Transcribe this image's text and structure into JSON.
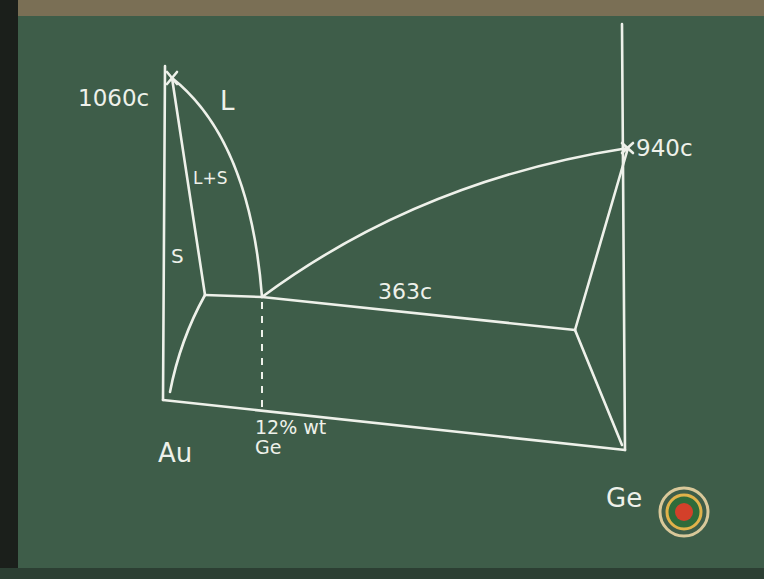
{
  "diagram": {
    "labels": [
      "1060c",
      "L",
      "L+S",
      "S",
      "363c",
      "940c",
      "Au",
      "12% wt Ge",
      "Ge"
    ]
  }
}
